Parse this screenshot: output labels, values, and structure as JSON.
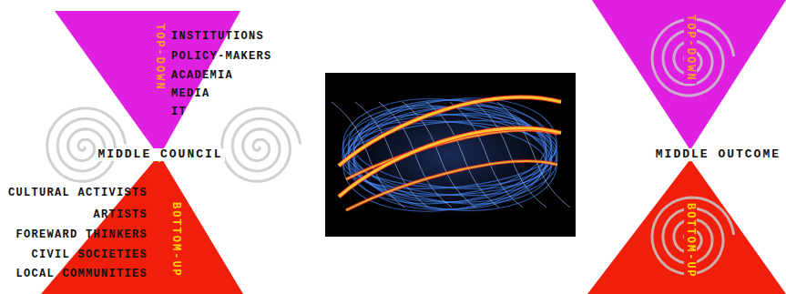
{
  "diagram": {
    "nodes": [
      {
        "text": [
          "TOP-DOWN"
        ]
      },
      {
        "text": [
          "BOTTOM-UP"
        ]
      },
      {
        "text": [
          "TOP-DOWN"
        ]
      },
      {
        "text": [
          "BOTTOM-UP"
        ]
      }
    ],
    "labels": [
      "INSTITUTIONS",
      "POLICY-MAKERS",
      "ACADEMIA",
      "MEDIA",
      "IT",
      "MIDDLE COUNCIL",
      "CULTURAL ACTIVISTS",
      "ARTISTS",
      "FOREWARD THINKERS",
      "CIVIL SOCIETIES",
      "LOCAL COMMUNITIES",
      "MIDDLE OUTCOME"
    ]
  }
}
